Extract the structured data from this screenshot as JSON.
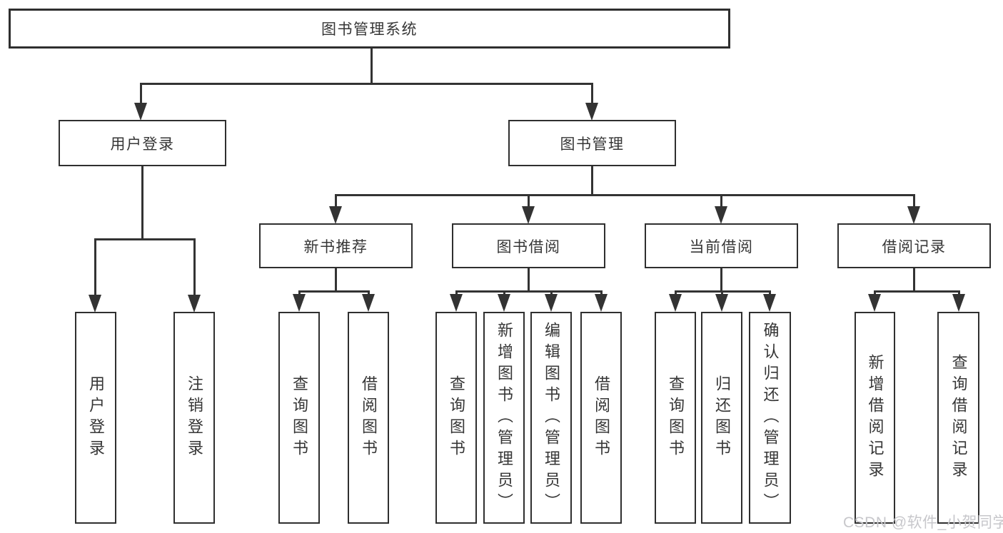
{
  "tree": {
    "root": {
      "label": "图书管理系统"
    },
    "branches": [
      {
        "label": "用户登录",
        "children": [
          {
            "label": "用户登录"
          },
          {
            "label": "注销登录"
          }
        ]
      },
      {
        "label": "图书管理",
        "children": [
          {
            "label": "新书推荐",
            "children": [
              {
                "label": "查询图书"
              },
              {
                "label": "借阅图书"
              }
            ]
          },
          {
            "label": "图书借阅",
            "children": [
              {
                "label": "查询图书"
              },
              {
                "label": "新增图书（管理员）"
              },
              {
                "label": "编辑图书（管理员）"
              },
              {
                "label": "借阅图书"
              }
            ]
          },
          {
            "label": "当前借阅",
            "children": [
              {
                "label": "查询图书"
              },
              {
                "label": "归还图书"
              },
              {
                "label": "确认归还（管理员）"
              }
            ]
          },
          {
            "label": "借阅记录",
            "children": [
              {
                "label": "新增借阅记录"
              },
              {
                "label": "查询借阅记录"
              }
            ]
          }
        ]
      }
    ]
  },
  "watermark": {
    "text": "CSDN @软件_小贺同学"
  },
  "colors": {
    "line": "#333333",
    "box_border": "#2f2f2f",
    "text": "#363636",
    "watermark": "#c7c7cb",
    "background": "#ffffff"
  }
}
